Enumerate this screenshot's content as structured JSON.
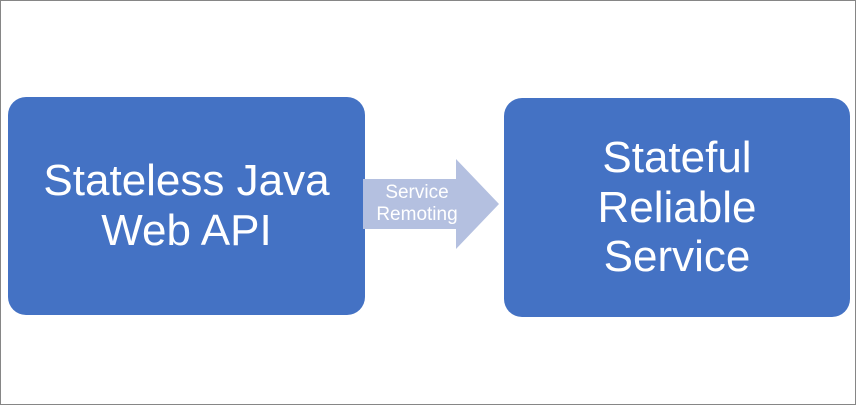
{
  "diagram": {
    "type": "flow",
    "background_color": "#FFFFFF",
    "border_color": "#868686",
    "nodes": [
      {
        "id": "stateless-java-web-api",
        "label": "Stateless Java\nWeb API",
        "shape": "rounded-rectangle",
        "fill_color": "#4472C4",
        "text_color": "#FFFFFF"
      },
      {
        "id": "stateful-reliable-service",
        "label": "Stateful\nReliable\nService",
        "shape": "rounded-rectangle",
        "fill_color": "#4472C4",
        "text_color": "#FFFFFF"
      }
    ],
    "connectors": [
      {
        "id": "service-remoting-arrow",
        "label": "Service\nRemoting",
        "shape": "block-arrow-right",
        "fill_color": "#B4C0E0",
        "text_color": "#FFFFFF",
        "from": "stateless-java-web-api",
        "to": "stateful-reliable-service"
      }
    ]
  }
}
